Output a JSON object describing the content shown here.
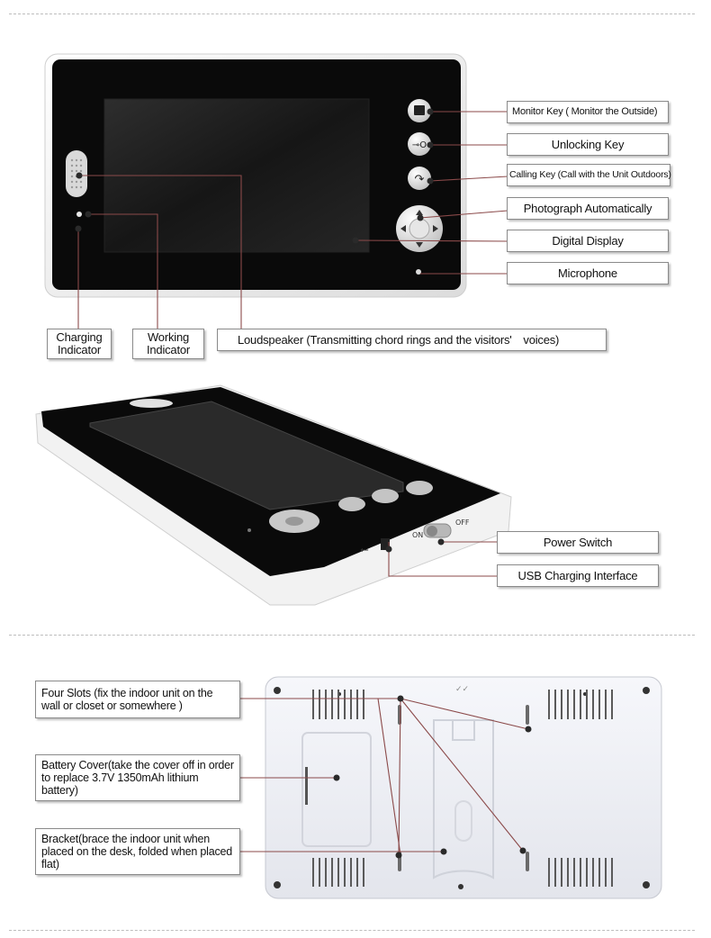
{
  "labels": {
    "monitor_key": "Monitor Key ( Monitor the Outside)",
    "unlocking_key": "Unlocking Key",
    "calling_key": "Calling Key (Call with the Unit Outdoors)",
    "photograph": "Photograph Automatically",
    "digital_display": "Digital Display",
    "microphone": "Microphone",
    "charging_indicator": "Charging Indicator",
    "working_indicator": "Working Indicator",
    "loudspeaker": "Loudspeaker (Transmitting chord rings and the visitors'　voices)",
    "power_switch": "Power Switch",
    "usb_charging": "USB Charging Interface",
    "four_slots": "Four Slots (fix the indoor unit on the wall or closet or somewhere )",
    "battery_cover": "Battery Cover(take the cover off in order to replace 3.7V 1350mAh lithium battery)",
    "bracket": "Bracket(brace the indoor unit when placed on the desk, folded when placed flat)"
  },
  "switch": {
    "on": "ON",
    "off": "OFF"
  },
  "colors": {
    "device_black": "#0b0b0b",
    "frame_white": "#f4f4f4",
    "leader_line": "#8b4a4a",
    "dot": "#2a2a2a"
  }
}
